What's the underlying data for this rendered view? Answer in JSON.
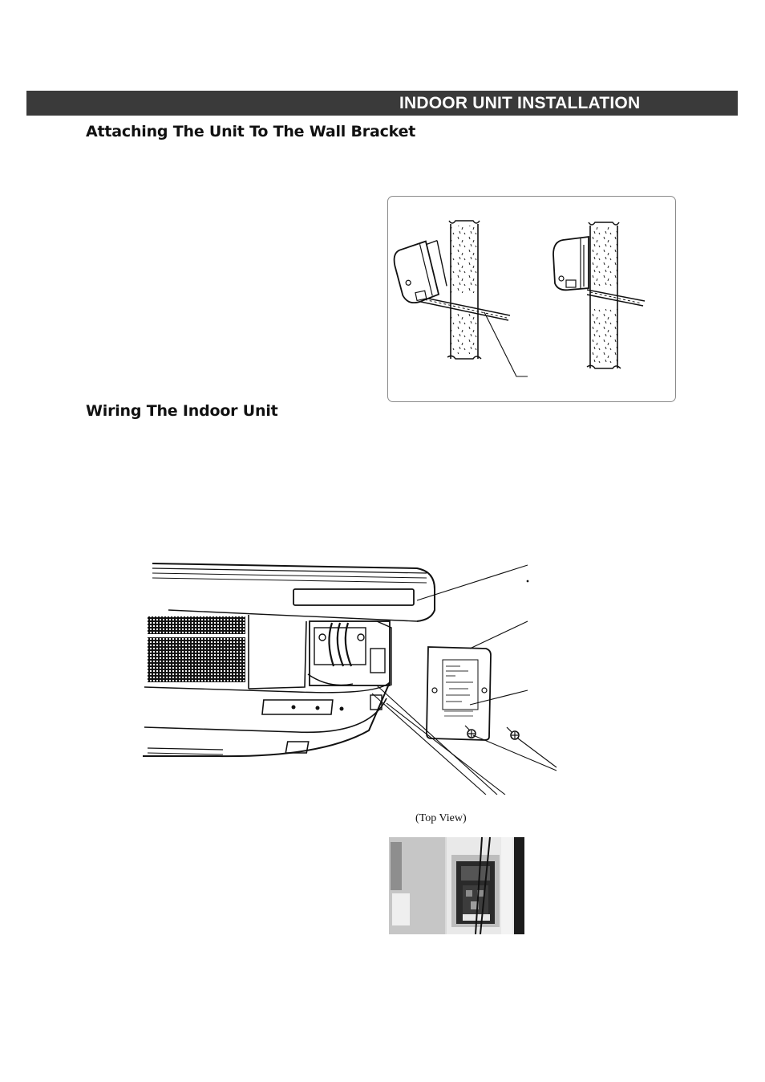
{
  "header": {
    "title": "INDOOR UNIT INSTALLATION"
  },
  "sections": {
    "attaching": {
      "heading": "Attaching The Unit To The Wall Bracket"
    },
    "wiring": {
      "heading": "Wiring The Indoor Unit"
    }
  },
  "figures": {
    "top_view_caption": "(Top View)"
  },
  "colors": {
    "banner_background": "#3a3a3a",
    "banner_text": "#ffffff",
    "frame_border": "#8a8a8a"
  }
}
